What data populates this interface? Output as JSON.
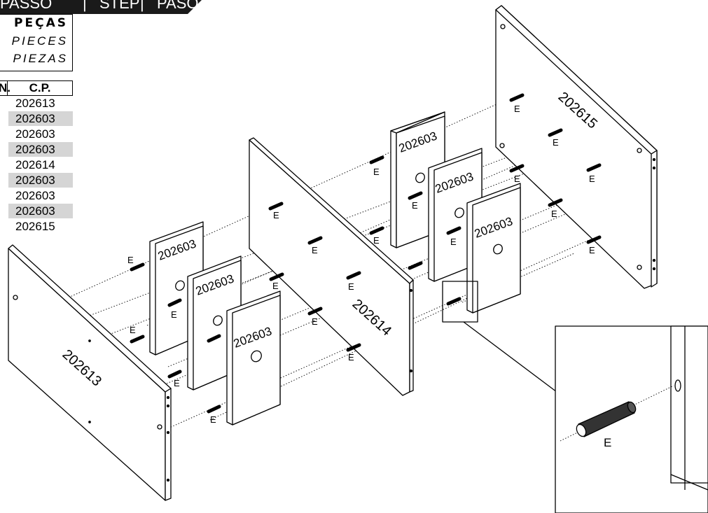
{
  "header": {
    "step_pt": "PASSO",
    "separator1": "|",
    "step_en": "STEP",
    "separator2": "|",
    "step_es": "PASO"
  },
  "parts_box": {
    "title_pt": "PEÇAS",
    "title_en": "PIECES",
    "title_es": "PIEZAS"
  },
  "parts_table": {
    "col_num": "N.",
    "col_cp": "C.P.",
    "rows": [
      {
        "cp": "202613",
        "shaded": false
      },
      {
        "cp": "202603",
        "shaded": true
      },
      {
        "cp": "202603",
        "shaded": false
      },
      {
        "cp": "202603",
        "shaded": true
      },
      {
        "cp": "202614",
        "shaded": false
      },
      {
        "cp": "202603",
        "shaded": true
      },
      {
        "cp": "202603",
        "shaded": false
      },
      {
        "cp": "202603",
        "shaded": true
      },
      {
        "cp": "202615",
        "shaded": false
      }
    ]
  },
  "panels": {
    "left_panel": "202613",
    "middle_panel": "202614",
    "right_panel": "202615",
    "shelf_1": "202603",
    "shelf_2": "202603",
    "shelf_3": "202603",
    "shelf_4": "202603",
    "shelf_5": "202603",
    "shelf_6": "202603"
  },
  "dowel_label": "E",
  "detail_label": "E"
}
